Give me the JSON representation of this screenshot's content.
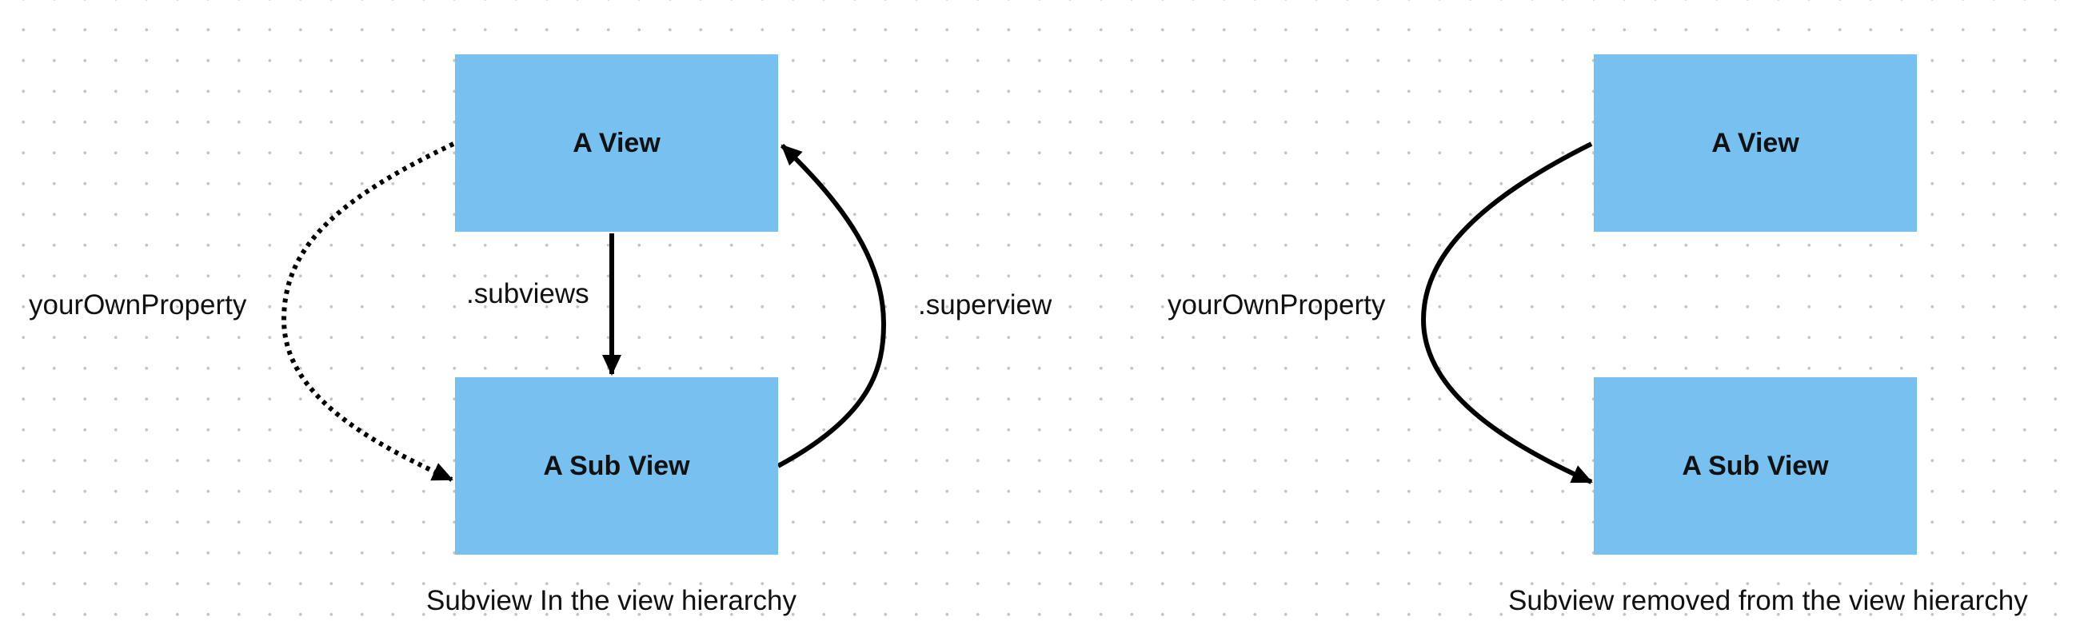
{
  "left_diagram": {
    "top_box": "A View",
    "bottom_box": "A Sub View",
    "edge_subviews": ".subviews",
    "edge_superview": ".superview",
    "edge_own_property": "yourOwnProperty",
    "caption": "Subview In the view hierarchy"
  },
  "right_diagram": {
    "top_box": "A View",
    "bottom_box": "A Sub View",
    "edge_own_property": "yourOwnProperty",
    "caption": "Subview removed from the view hierarchy"
  },
  "colors": {
    "box_fill": "#77c1f0",
    "stroke": "#000000",
    "grid_dot": "#c4c4c4"
  }
}
